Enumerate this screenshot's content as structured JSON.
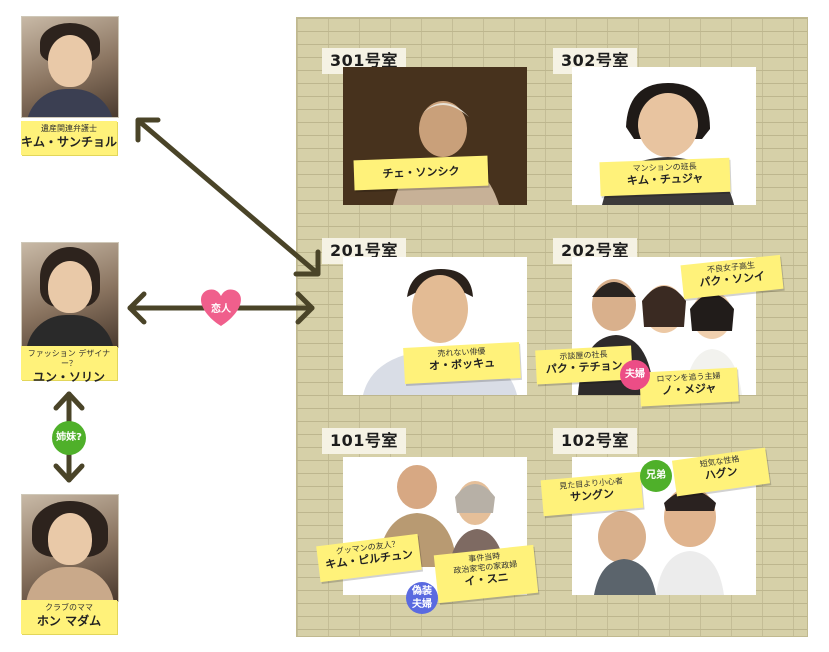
{
  "characters": {
    "kim_sancheol": {
      "role": "遺産関連弁護士",
      "name": "キム・サンチョル"
    },
    "yun_sorin": {
      "role": "ファッション デザイナー？",
      "name": "ユン・ソリン"
    },
    "hong_madam": {
      "role": "クラブのママ",
      "name": "ホン マダム"
    }
  },
  "relations": {
    "lovers": "恋人",
    "sisters": "姉妹?",
    "couple_202": "夫婦",
    "fake_couple": "偽装\n夫婦",
    "brothers": "兄弟"
  },
  "rooms": [
    {
      "label": "301号室",
      "notes": [
        {
          "role": "",
          "name": "チェ・ソンシク"
        }
      ]
    },
    {
      "label": "302号室",
      "notes": [
        {
          "role": "マンションの班長",
          "name": "キム・チュジャ"
        }
      ]
    },
    {
      "label": "201号室",
      "notes": [
        {
          "role": "売れない俳優",
          "name": "オ・ボッキュ"
        }
      ]
    },
    {
      "label": "202号室",
      "notes": [
        {
          "role": "不良女子高生",
          "name": "パク・ソンイ"
        },
        {
          "role": "示談屋の社長",
          "name": "パク・テチョン"
        },
        {
          "role": "ロマンを追う主婦",
          "name": "ノ・メジャ"
        }
      ]
    },
    {
      "label": "101号室",
      "notes": [
        {
          "role": "グッマンの友人？",
          "name": "キム・ピルチュン"
        },
        {
          "role": "事件当時\n政治家宅の家政婦",
          "name": "イ・スニ"
        }
      ]
    },
    {
      "label": "102号室",
      "notes": [
        {
          "role": "見た目より小心者",
          "name": "サングン"
        },
        {
          "role": "短気な性格",
          "name": "ハグン"
        }
      ]
    }
  ],
  "colors": {
    "arrow": "#4a4428",
    "note_yellow": "#fff27a",
    "heart_pink": "#f05f8c",
    "badge_green": "#4fb02a",
    "badge_pink": "#ec4d86",
    "badge_blue": "#5a6ae0",
    "building_tile": "#d6d0a8"
  },
  "icons": {
    "portrait": "person-photo",
    "heart": "heart-icon",
    "arrow": "double-arrow"
  }
}
